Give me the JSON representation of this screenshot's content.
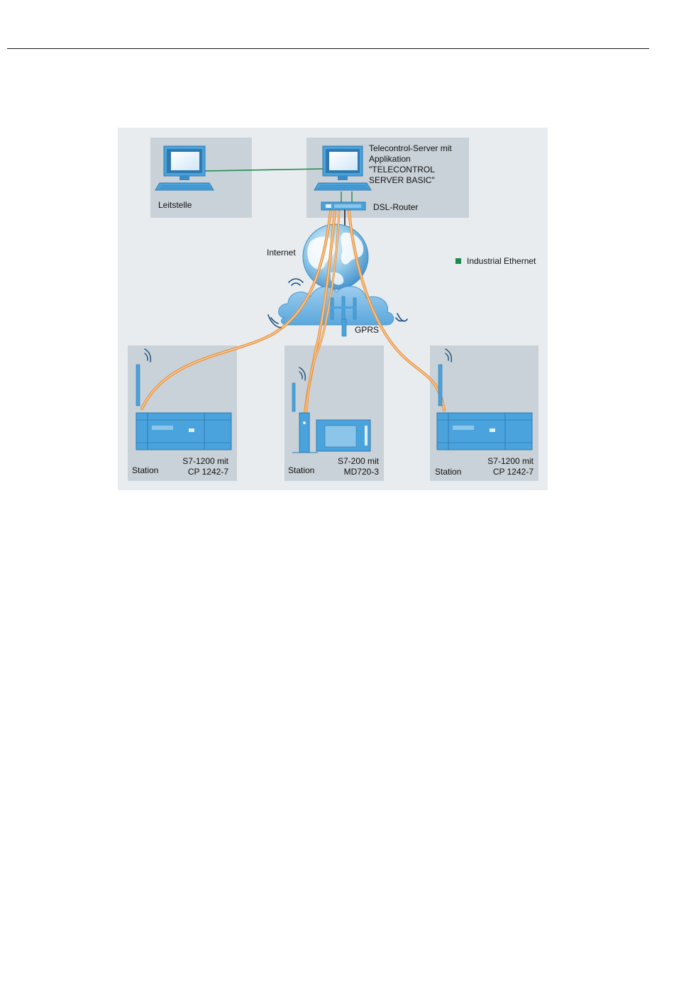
{
  "diagram": {
    "labels": {
      "leitstelle": "Leitstelle",
      "server_line1": "Telecontrol-Server mit",
      "server_line2": "Applikation",
      "server_line3": "\"TELECONTROL",
      "server_line4": "SERVER BASIC\"",
      "dsl_router": "DSL-Router",
      "internet": "Internet",
      "gprs": "GPRS",
      "legend_industrial_ethernet": "Industrial Ethernet"
    },
    "stations": [
      {
        "name": "Station",
        "device_line1": "S7-1200 mit",
        "device_line2": "CP 1242-7"
      },
      {
        "name": "Station",
        "device_line1": "S7-200 mit",
        "device_line2": "MD720-3"
      },
      {
        "name": "Station",
        "device_line1": "S7-1200 mit",
        "device_line2": "CP 1242-7"
      }
    ],
    "colors": {
      "background": "#e8ecef",
      "panel": "#c9d2d8",
      "device_blue": "#4aa3dc",
      "connection_orange": "#f2a65a",
      "ethernet_green": "#1f8a4c"
    },
    "icons": [
      "computer-icon",
      "dsl-router-icon",
      "globe-icon",
      "cloud-icon",
      "gprs-antenna-icon",
      "wireless-signal-icon",
      "plc-icon",
      "modem-icon"
    ]
  }
}
